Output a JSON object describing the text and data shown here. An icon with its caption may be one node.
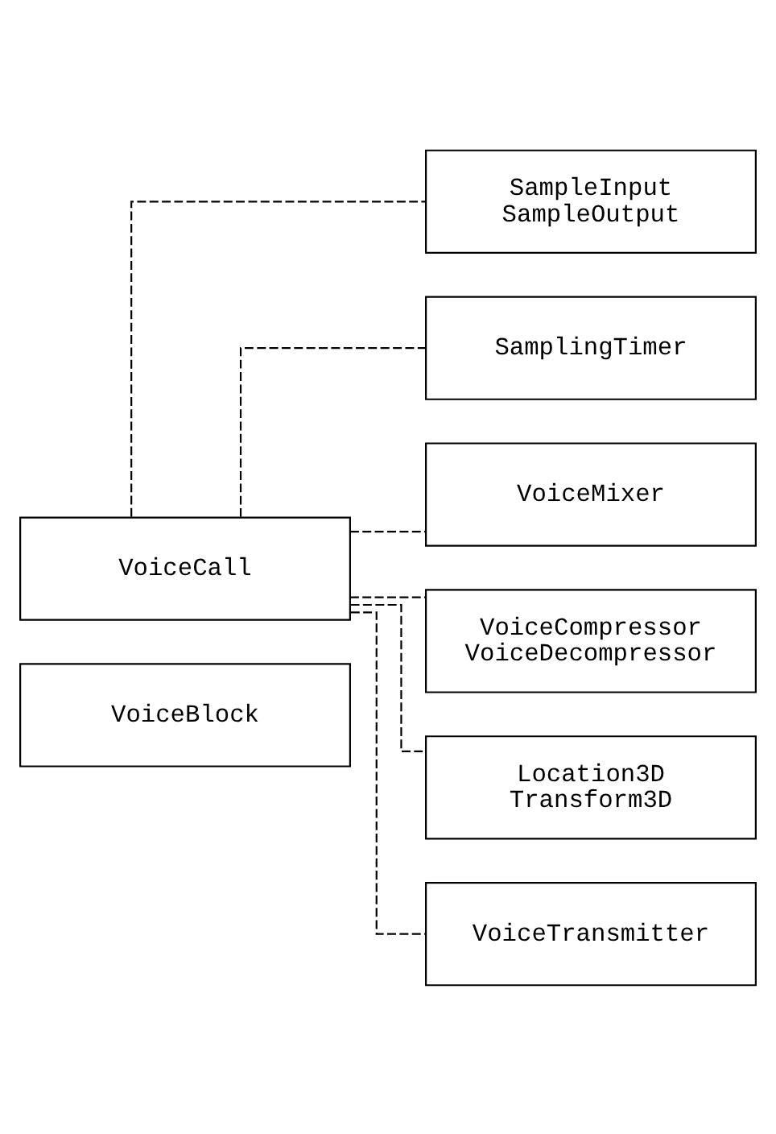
{
  "diagram": {
    "nodes": [
      {
        "text": [
          "VoiceCall"
        ]
      },
      {
        "text": [
          "SampleInput",
          "SampleOutput"
        ]
      },
      {
        "text": [
          "SamplingTimer"
        ]
      },
      {
        "text": [
          "VoiceMixer"
        ]
      },
      {
        "text": [
          "VoiceCompressor",
          "VoiceDecompressor"
        ]
      },
      {
        "text": [
          "Location3D",
          "Transform3D"
        ]
      },
      {
        "text": [
          "VoiceTransmitter"
        ]
      },
      {
        "text": [
          "VoiceBlock"
        ]
      }
    ],
    "edges": [
      {
        "from": 0,
        "to": 1,
        "arrow": "none",
        "style": "dashed"
      },
      {
        "from": 0,
        "to": 2,
        "arrow": "none",
        "style": "dashed"
      },
      {
        "from": 0,
        "to": 3,
        "arrow": "none",
        "style": "dashed"
      },
      {
        "from": 0,
        "to": 4,
        "arrow": "none",
        "style": "dashed"
      },
      {
        "from": 0,
        "to": 5,
        "arrow": "none",
        "style": "dashed"
      },
      {
        "from": 0,
        "to": 6,
        "arrow": "none",
        "style": "dashed"
      }
    ]
  }
}
